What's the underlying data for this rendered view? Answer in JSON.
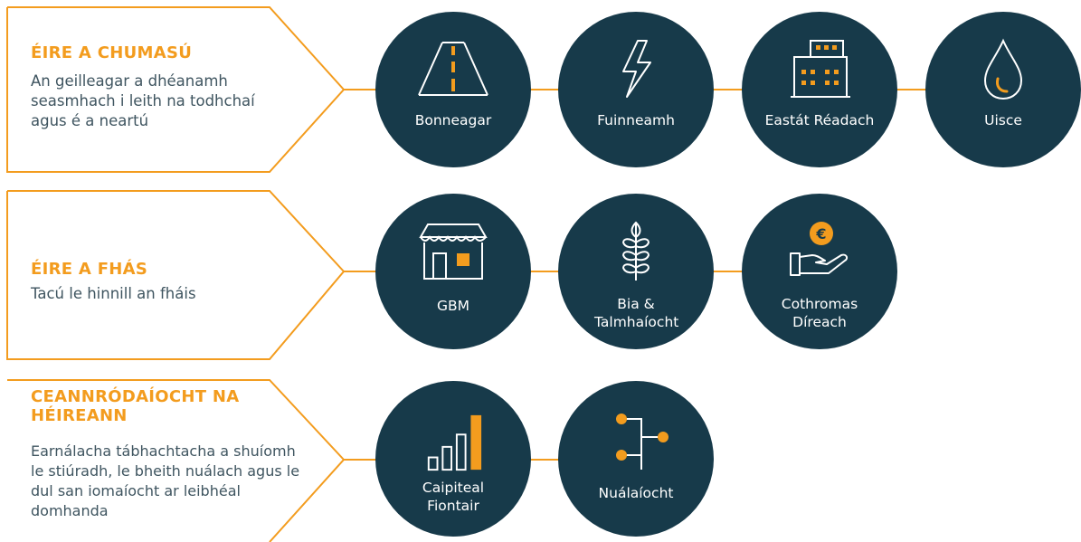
{
  "colors": {
    "accent": "#f39c1e",
    "node_fill": "#173a4a",
    "text": "#3f5560",
    "background": "#ffffff"
  },
  "sections": [
    {
      "heading": "ÉIRE A CHUMASÚ",
      "description": "An geilleagar a dhéanamh seasmhach i leith na todhchaí agus é a neartú",
      "nodes": [
        {
          "label": "Bonneagar",
          "icon": "road-icon"
        },
        {
          "label": "Fuinneamh",
          "icon": "lightning-icon"
        },
        {
          "label": "Eastát Réadach",
          "icon": "building-icon"
        },
        {
          "label": "Uisce",
          "icon": "water-drop-icon"
        }
      ]
    },
    {
      "heading": "ÉIRE A FHÁS",
      "description": "Tacú le hinnill an fháis",
      "nodes": [
        {
          "label": "GBM",
          "icon": "shop-icon"
        },
        {
          "label": "Bia & Talmhaíocht",
          "icon": "wheat-icon"
        },
        {
          "label": "Cothromas Díreach",
          "icon": "euro-hand-icon"
        }
      ]
    },
    {
      "heading": "CEANNRÓDAÍOCHT NA HÉIREANN",
      "description": "Earnálacha tábhachtacha a shuíomh le stiúradh, le bheith nuálach agus le dul san iomaíocht ar leibhéal domhanda",
      "nodes": [
        {
          "label": "Caipiteal Fiontair",
          "icon": "bar-chart-icon"
        },
        {
          "label": "Nuálaíocht",
          "icon": "flow-nodes-icon"
        }
      ]
    }
  ]
}
